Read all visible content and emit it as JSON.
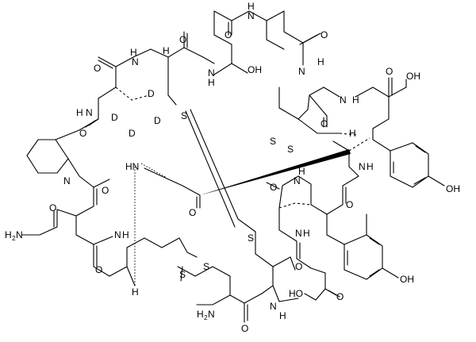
{
  "molecule": {
    "atom_labels": {
      "nh_top": "H",
      "nh_top_n": "N",
      "o_top": "O",
      "nh_ser": "N",
      "nh_ser_h": "H",
      "oh_thr": "OH",
      "o_top2": "O",
      "o_thr": "O",
      "n_gly": "N",
      "h_gly": "H",
      "h_gly2": "H",
      "nh_cys2": "N",
      "o_left1": "O",
      "n_h_left": "H",
      "n_h_left_n": "N",
      "d1": "D",
      "d2": "D",
      "d3": "D",
      "d4": "D",
      "s_top": "S",
      "o_cys2": "O",
      "n_cys2b": "N",
      "h_cys2b": "H",
      "cooh_o": "O",
      "cooh_oh": "OH",
      "o_pro": "O",
      "n_pro": "N",
      "hn_mid": "HN",
      "s_left": "S",
      "s_left2": "S",
      "h_ch": "H",
      "o_mid": "O",
      "n_tyr": "N",
      "h_tyr": "H",
      "oh_tyr1": "OH",
      "o_asn": "O",
      "n_asn": "N",
      "h_asn": "H",
      "n_ring": "N",
      "h_ring": "H",
      "o_ring": "O",
      "o_ring2": "O",
      "h2n": "H",
      "h2n_n": "N",
      "h2n_2": "2",
      "o_nh2": "O",
      "n_nh": "N",
      "h_nh": "H",
      "o_bot": "O",
      "s_mid": "S",
      "n_glu": "N",
      "h_glu": "H",
      "o_glu": "O",
      "s_bot1": "S",
      "s_bot2": "S",
      "h_bot": "H",
      "oh_tyr2": "OH",
      "ho_glu": "HO",
      "o_glu2": "O",
      "o_bot2": "O",
      "h2n_bot": "H",
      "h2n_bot_2": "2",
      "h2n_bot_n": "N",
      "n_bot": "N",
      "h_bot2": "H",
      "o_bot3": "O"
    }
  }
}
